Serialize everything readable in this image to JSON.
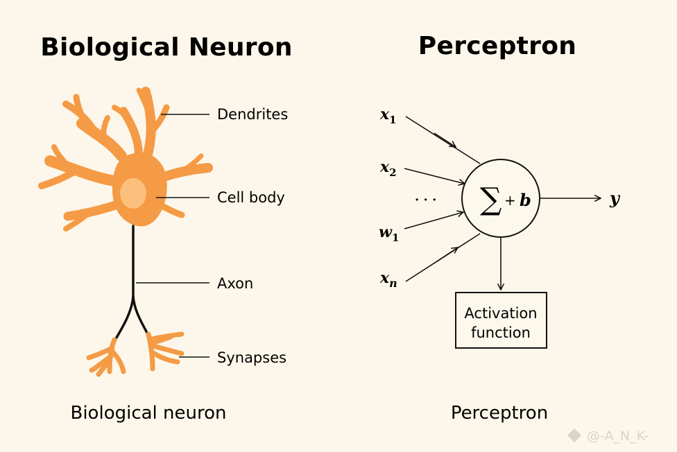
{
  "left_panel": {
    "title": "Biological Neuron",
    "labels": {
      "dendrites": "Dendrites",
      "cell_body": "Cell body",
      "axon": "Axon",
      "synapses": "Synapses"
    },
    "caption": "Biological neuron",
    "colors": {
      "neuron": "#f59a45",
      "nucleus": "#fbc07c",
      "axon": "#111111"
    }
  },
  "right_panel": {
    "title": "Perceptron",
    "inputs": [
      {
        "var": "x",
        "sub": "1"
      },
      {
        "var": "x",
        "sub": "2"
      },
      {
        "var": "w",
        "sub": "1"
      },
      {
        "var": "x",
        "sub": "n"
      }
    ],
    "ellipsis": "· · ·",
    "node": {
      "sum_symbol": "∑",
      "plus": "+",
      "bias": "b"
    },
    "output": "y",
    "activation_box": {
      "line1": "Activation",
      "line2": "function"
    },
    "caption": "Perceptron"
  },
  "watermark": "@-A_N_K-",
  "colors": {
    "background": "#fcf7ea",
    "node_fill": "#fdf8ec",
    "stroke": "#111111"
  }
}
